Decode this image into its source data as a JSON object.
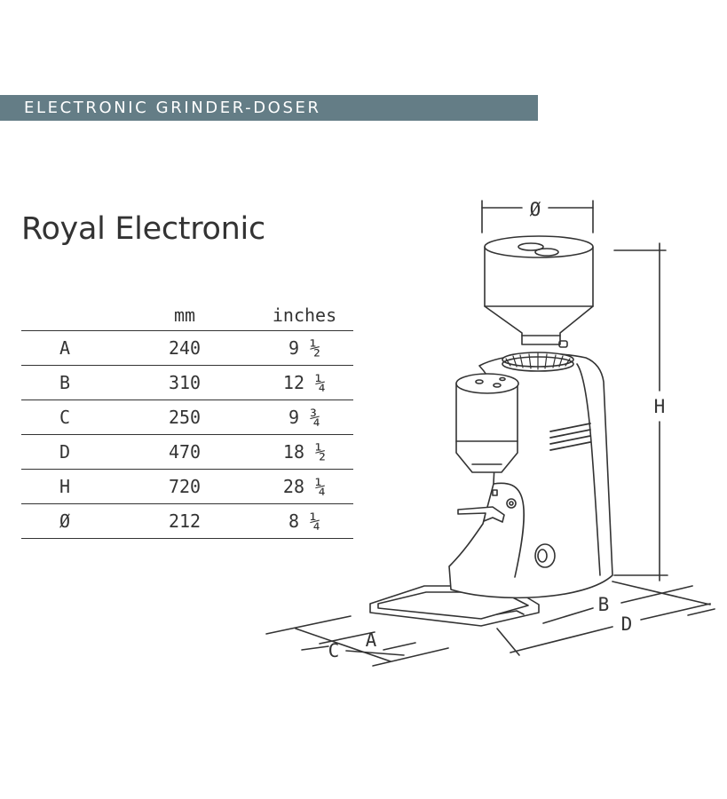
{
  "banner": {
    "text": "ELECTRONIC GRINDER-DOSER"
  },
  "title": "Royal Electronic",
  "table": {
    "headers": [
      "",
      "mm",
      "inches"
    ],
    "rows": [
      {
        "label": "A",
        "mm": "240",
        "inches": "9 ½"
      },
      {
        "label": "B",
        "mm": "310",
        "inches": "12 ¼"
      },
      {
        "label": "C",
        "mm": "250",
        "inches": "9 ¾"
      },
      {
        "label": "D",
        "mm": "470",
        "inches": "18 ½"
      },
      {
        "label": "H",
        "mm": "720",
        "inches": "28 ¼"
      },
      {
        "label": "Ø",
        "mm": "212",
        "inches": "8 ¼"
      }
    ]
  },
  "diagram": {
    "labels": {
      "diameter": "Ø",
      "height": "H",
      "a": "A",
      "b": "B",
      "c": "C",
      "d": "D"
    }
  },
  "colors": {
    "banner": "#647d86",
    "line": "#333333",
    "background": "#ffffff"
  }
}
